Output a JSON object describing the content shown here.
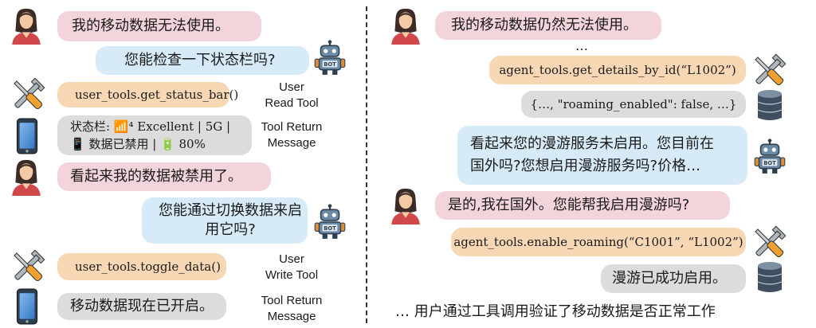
{
  "left": {
    "msg1": "我的移动数据无法使用。",
    "msg2": "您能检查一下状态栏吗?",
    "tool1": "user_tools.get_status_bar()",
    "label_read": [
      "User",
      "Read Tool"
    ],
    "status_line1": "状态栏: 📶⁴ Excellent | 5G |",
    "status_line2": "📱 数据已禁用 | 🔋 80%",
    "label_return1": [
      "Tool Return",
      "Message"
    ],
    "msg3": "看起来我的数据被禁用了。",
    "msg4_line1": "您能通过切换数据来启",
    "msg4_line2": "用它吗?",
    "tool2": "user_tools.toggle_data()",
    "label_write": [
      "User",
      "Write Tool"
    ],
    "msg5": "移动数据现在已开启。",
    "label_return2": [
      "Tool Return",
      "Message"
    ]
  },
  "right": {
    "msg1": "我的移动数据仍然无法使用。",
    "ellipsis": "…",
    "tool1": "agent_tools.get_details_by_id(“L1002”)",
    "db1": "{…, \"roaming_enabled\": false, …}",
    "msg2_line1": "看起来您的漫游服务未启用。您目前在",
    "msg2_line2": "国外吗?您想启用漫游服务吗?价格…",
    "msg3": "是的,我在国外。您能帮我启用漫游吗?",
    "tool2": "agent_tools.enable_roaming(“C1001”, “L1002”)",
    "db2": "漫游已成功启用。",
    "footer": "… 用户通过工具调用验证了移动数据是否正常工作"
  },
  "bot_label": "BOT",
  "colors": {
    "user_bubble": "#f2d4da",
    "agent_bubble": "#d6ebf7",
    "tool_call": "#f8d7b5",
    "tool_return": "#dcdcdc"
  }
}
